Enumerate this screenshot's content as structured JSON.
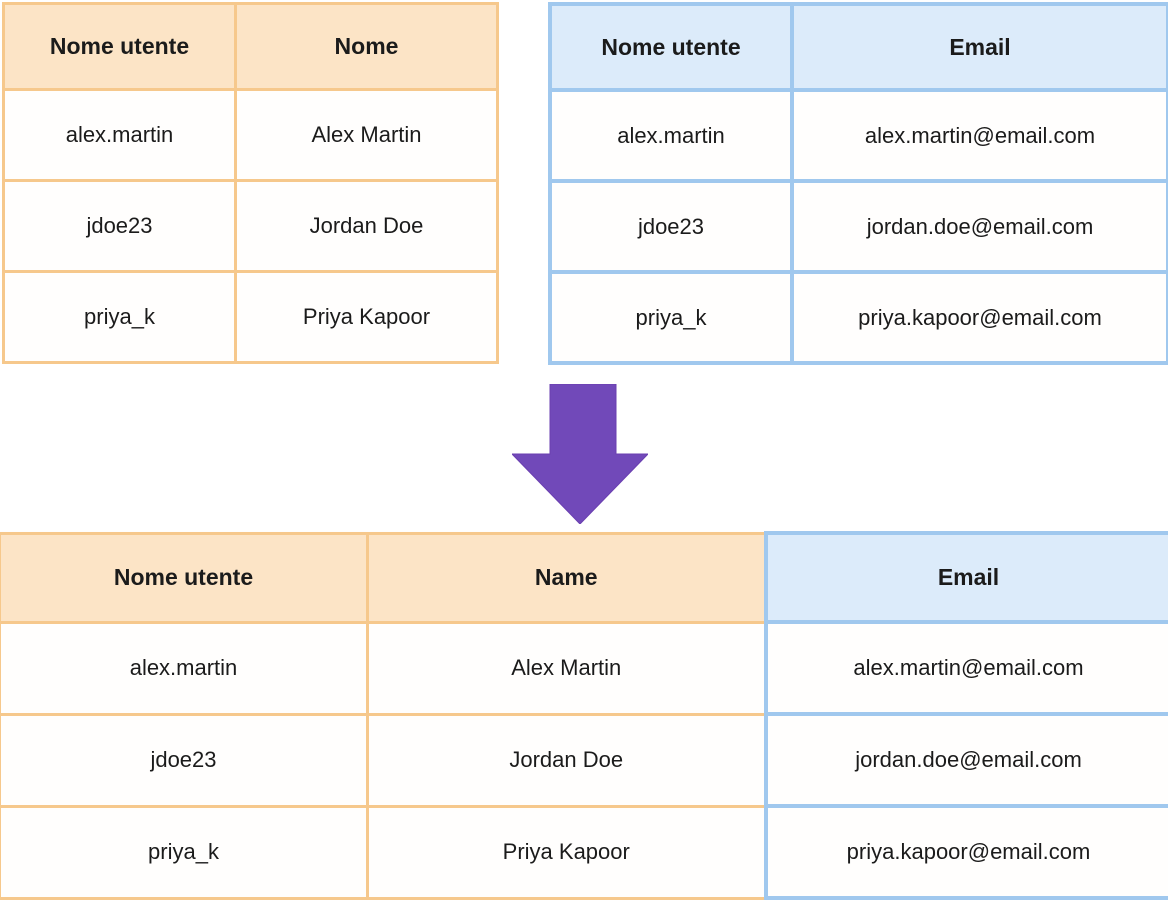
{
  "colors": {
    "header_peach": "#FCE4C6",
    "border_orange": "#F6C88C",
    "header_blue": "#DCEBFA",
    "border_blue": "#A0C8EE",
    "key_text_red": "#E01F26",
    "body_text": "#1B1B1B",
    "arrow_purple": "#7149B9"
  },
  "arrow": {
    "icon": "down-block-arrow",
    "color": "#7149B9"
  },
  "tables": {
    "left": {
      "headers": [
        "Nome utente",
        "Nome"
      ],
      "rows": [
        [
          "alex.martin",
          "Alex Martin"
        ],
        [
          "jdoe23",
          "Jordan Doe"
        ],
        [
          "priya_k",
          "Priya Kapoor"
        ]
      ]
    },
    "right": {
      "headers": [
        "Nome utente",
        "Email"
      ],
      "rows": [
        [
          "alex.martin",
          "alex.martin@email.com"
        ],
        [
          "jdoe23",
          "jordan.doe@email.com"
        ],
        [
          "priya_k",
          "priya.kapoor@email.com"
        ]
      ]
    },
    "merged": {
      "headers": [
        "Nome utente",
        "Name",
        "Email"
      ],
      "rows": [
        [
          "alex.martin",
          "Alex Martin",
          "alex.martin@email.com"
        ],
        [
          "jdoe23",
          "Jordan Doe",
          "jordan.doe@email.com"
        ],
        [
          "priya_k",
          "Priya Kapoor",
          "priya.kapoor@email.com"
        ]
      ]
    }
  }
}
